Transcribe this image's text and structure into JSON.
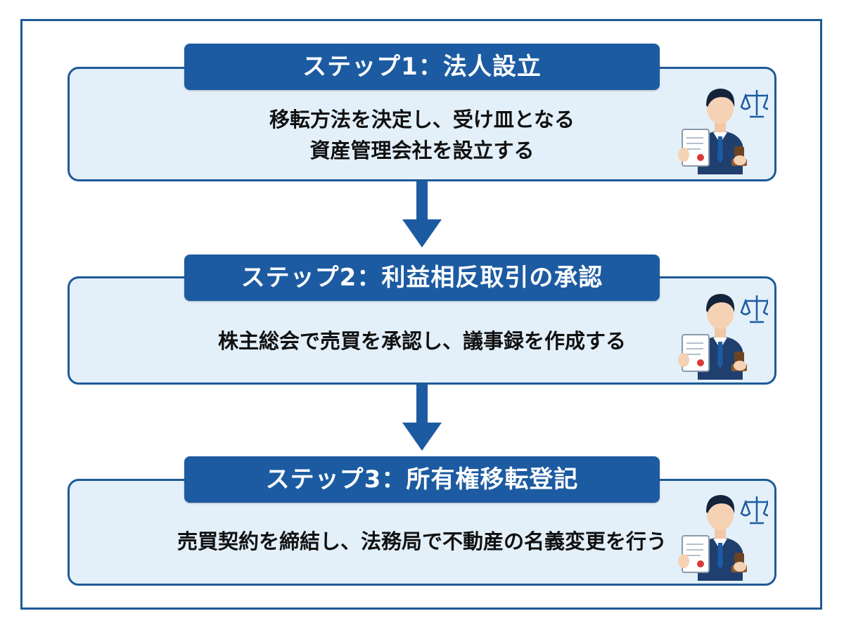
{
  "colors": {
    "primary": "#1c5ba1",
    "box_fill": "#e3f0fa",
    "border": "#1e5a96",
    "text": "#111111"
  },
  "steps": [
    {
      "title": "ステップ1：法人設立",
      "description": [
        "移転方法を決定し、受け皿となる",
        "資産管理会社を設立する"
      ],
      "icon": "lawyer-with-document-icon"
    },
    {
      "title": "ステップ2：利益相反取引の承認",
      "description": [
        "株主総会で売買を承認し、議事録を作成する"
      ],
      "icon": "lawyer-with-document-icon"
    },
    {
      "title": "ステップ3：所有権移転登記",
      "description": [
        "売買契約を締結し、法務局で不動産の名義変更を行う"
      ],
      "icon": "lawyer-with-document-icon"
    }
  ]
}
